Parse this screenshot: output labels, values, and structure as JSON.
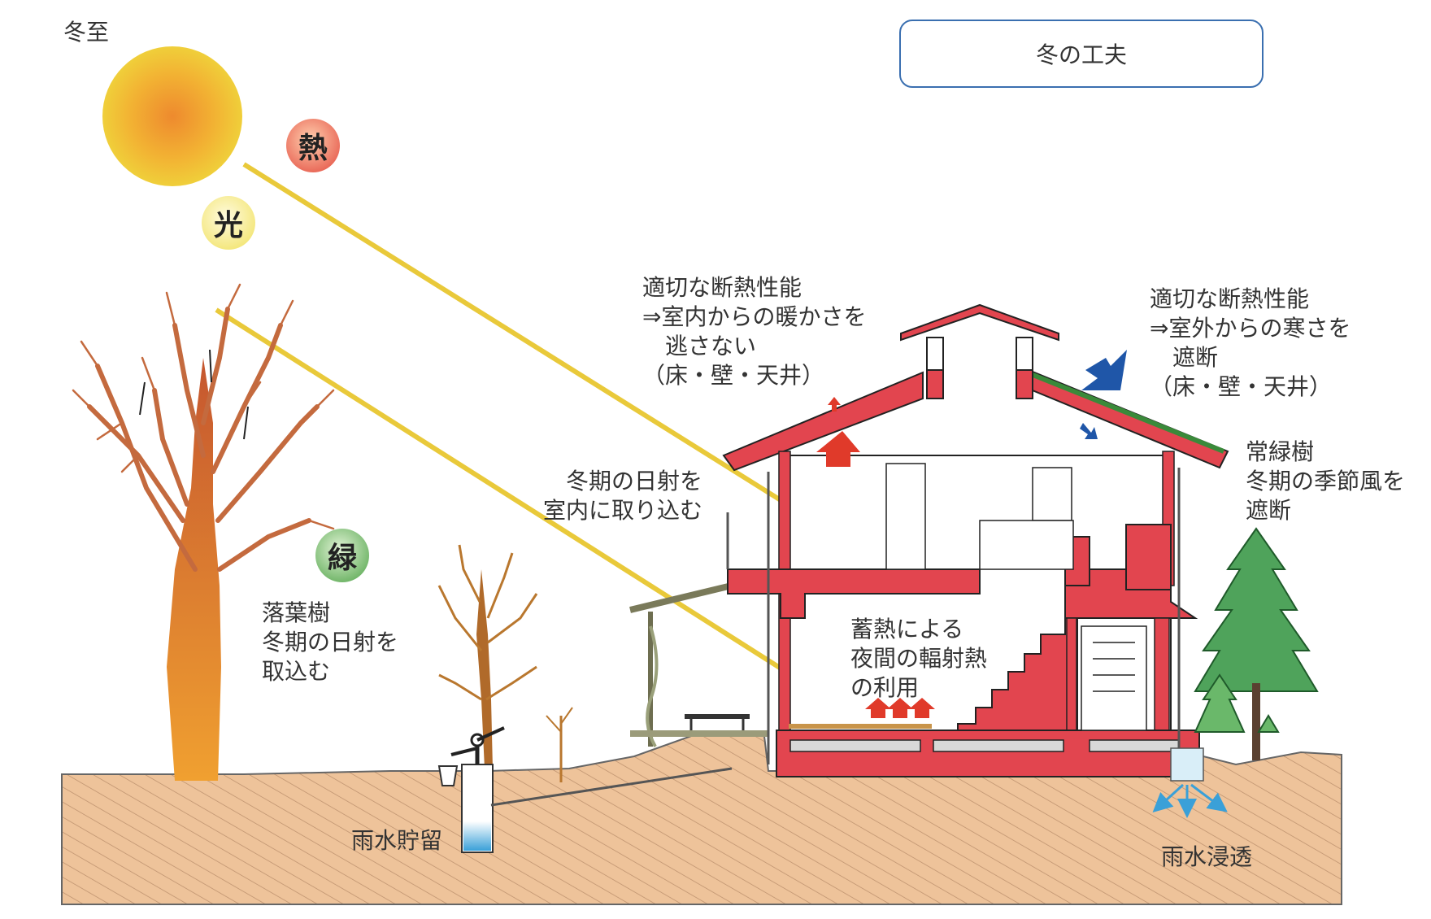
{
  "title": "冬の工夫",
  "season_label": "冬至",
  "badges": {
    "heat": "熱",
    "light": "光",
    "green": "緑"
  },
  "labels": {
    "insulation_left": [
      "適切な断熱性能",
      "⇒室内からの暖かさを",
      "　逃さない",
      "（床・壁・天井）"
    ],
    "insulation_right": [
      "適切な断熱性能",
      "⇒室外からの寒さを",
      "　遮断",
      "（床・壁・天井）"
    ],
    "solar_gain": [
      "冬期の日射を",
      "室内に取り込む"
    ],
    "thermal_mass": [
      "蓄熱による",
      "夜間の輻射熱",
      "の利用"
    ],
    "evergreen": [
      "常緑樹",
      "冬期の季節風を",
      "遮断"
    ],
    "deciduous": [
      "落葉樹",
      "冬期の日射を",
      "取込む"
    ],
    "rain_storage": "雨水貯留",
    "rain_infiltration": "雨水浸透"
  },
  "colors": {
    "sun": "#f2b233",
    "sun_ray": "#e9c93a",
    "house_red": "#e2454f",
    "ground": "#eec39a",
    "roof_green": "#3a8a3a",
    "cold_arrow": "#1f56a8",
    "heat_arrow": "#e03a2a",
    "water": "#3aa0d8",
    "title_border": "#3a6fb0"
  },
  "icons": [
    "sun-icon",
    "heat-badge-icon",
    "light-badge-icon",
    "green-badge-icon",
    "deciduous-tree-icon",
    "evergreen-tree-icon",
    "hand-pump-icon",
    "bucket-icon"
  ]
}
